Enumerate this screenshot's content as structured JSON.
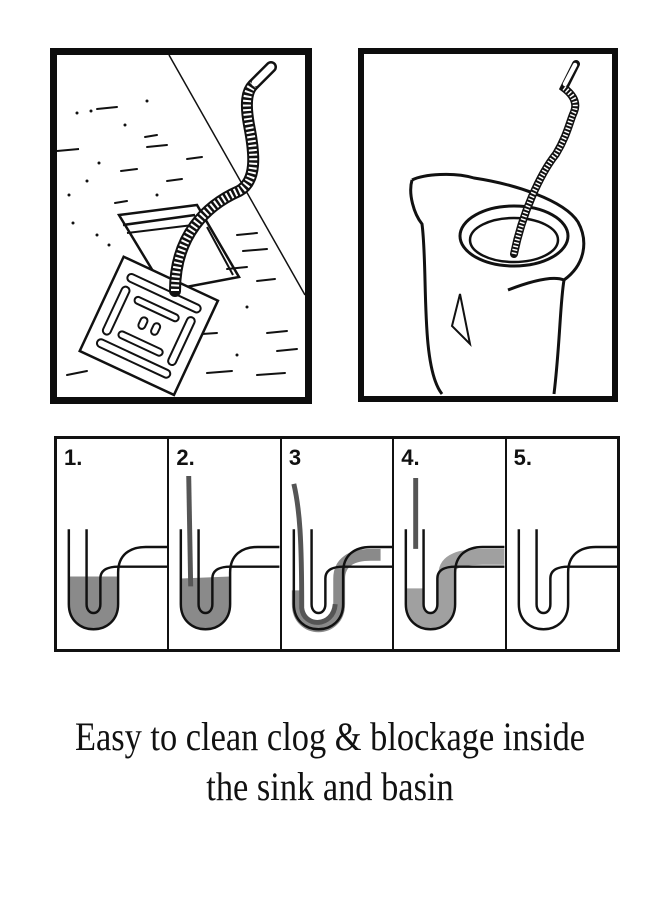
{
  "illustrations": {
    "floor_drain": {
      "description": "Drain snake inserted into a floor drain with grate removed"
    },
    "toilet": {
      "description": "Drain snake inserted into a toilet bowl"
    }
  },
  "steps": [
    {
      "number": "1.",
      "state": "clogged"
    },
    {
      "number": "2.",
      "state": "snake-inserted"
    },
    {
      "number": "3",
      "state": "snake-pushed-through"
    },
    {
      "number": "4.",
      "state": "clog-loosened"
    },
    {
      "number": "5.",
      "state": "clear"
    }
  ],
  "caption": {
    "line1": "Easy to clean clog & blockage inside",
    "line2": "the sink and basin"
  },
  "colors": {
    "ink": "#111111",
    "background": "#ffffff",
    "clog": "#9a9a9a"
  }
}
